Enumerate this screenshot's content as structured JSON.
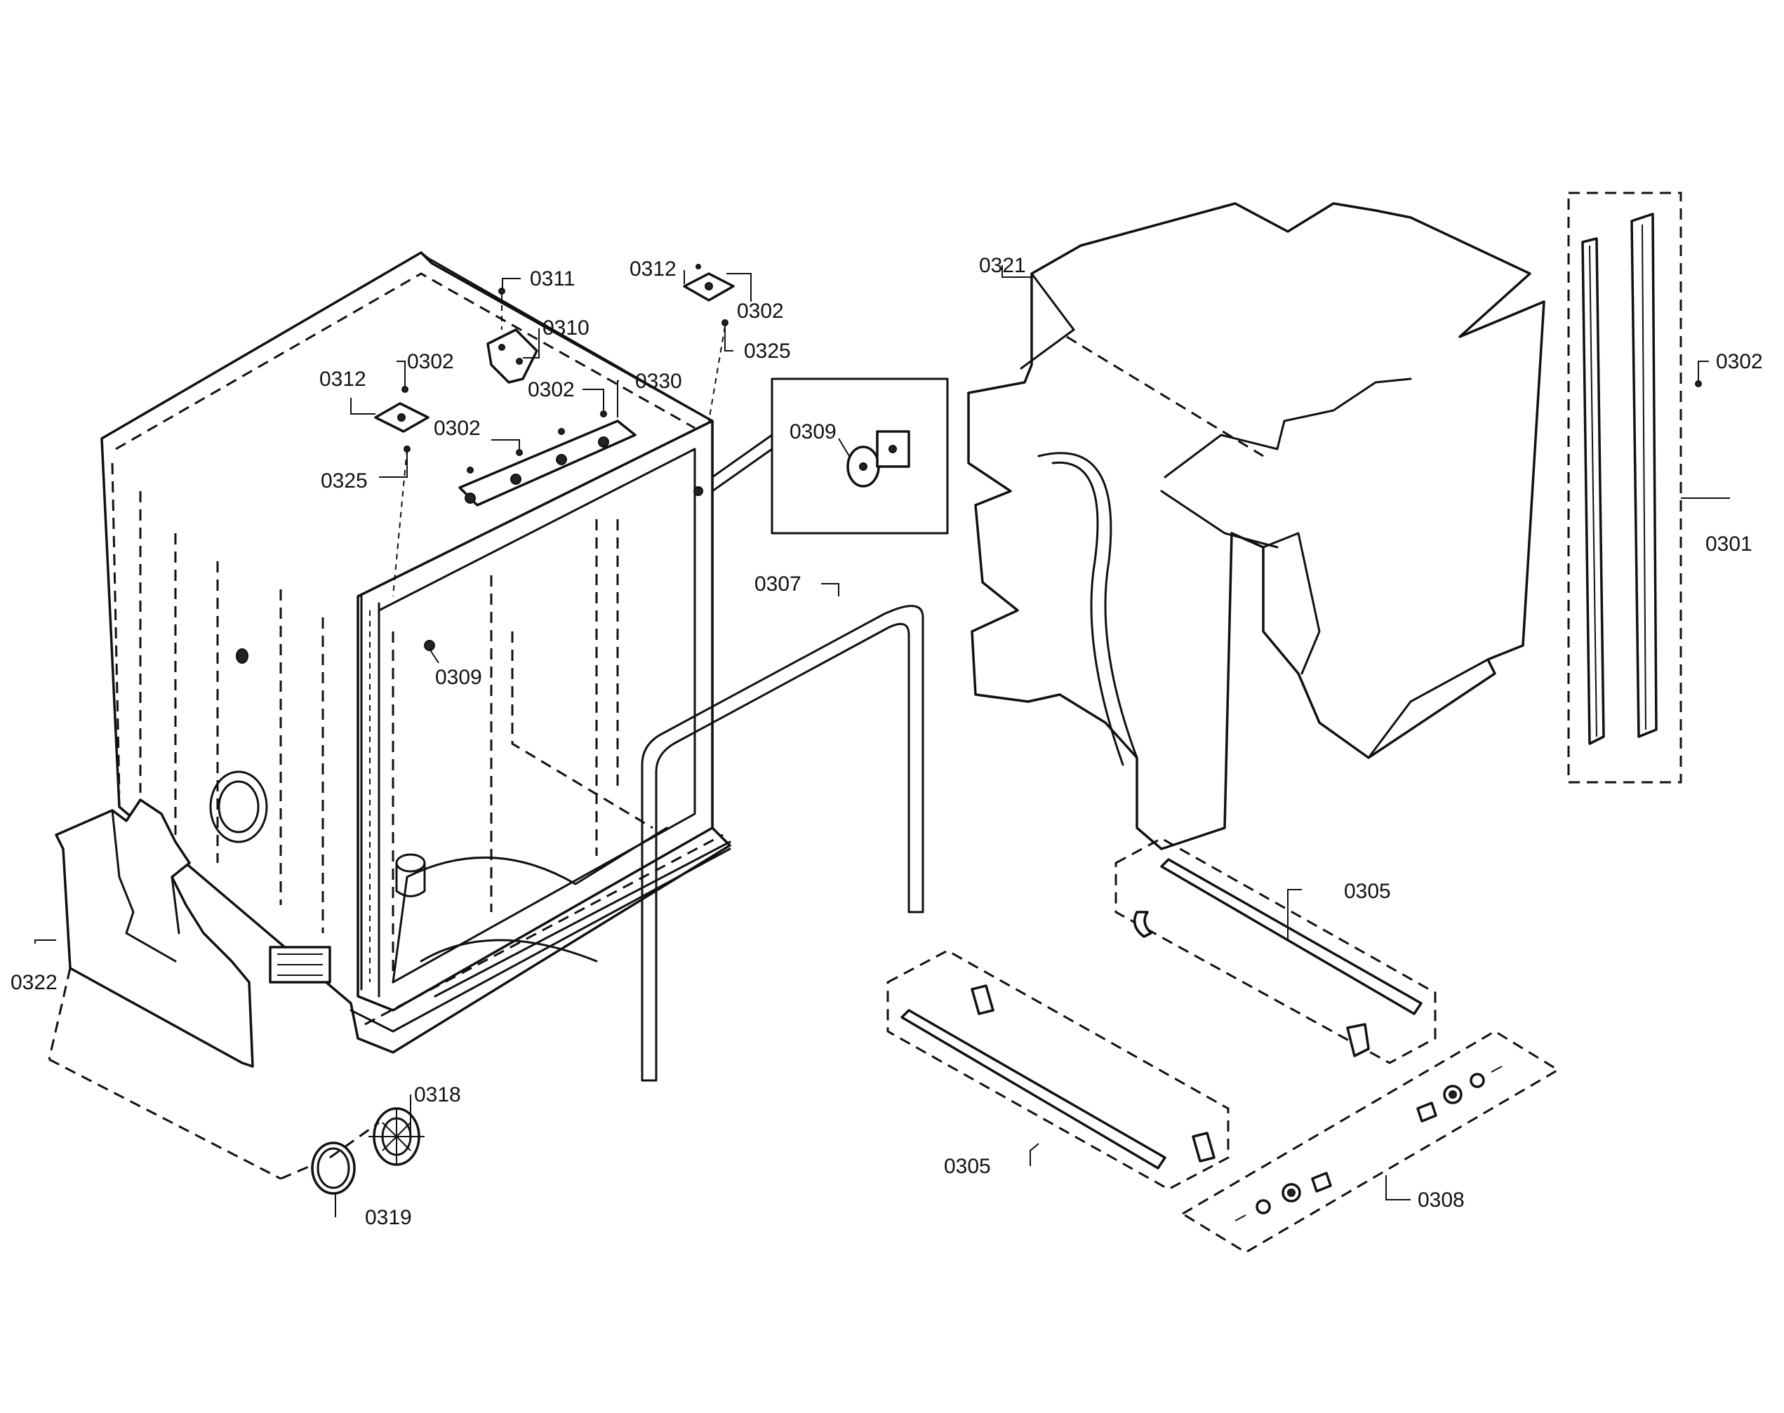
{
  "callouts": [
    {
      "id": "c-0311",
      "text": "0311"
    },
    {
      "id": "c-0310",
      "text": "0310"
    },
    {
      "id": "c-0312a",
      "text": "0312"
    },
    {
      "id": "c-0302a",
      "text": "0302"
    },
    {
      "id": "c-0325a",
      "text": "0325"
    },
    {
      "id": "c-0302b",
      "text": "0302"
    },
    {
      "id": "c-0302c",
      "text": "0302"
    },
    {
      "id": "c-0330",
      "text": "0330"
    },
    {
      "id": "c-0312b",
      "text": "0312"
    },
    {
      "id": "c-0302d",
      "text": "0302"
    },
    {
      "id": "c-0325b",
      "text": "0325"
    },
    {
      "id": "c-0309a",
      "text": "0309"
    },
    {
      "id": "c-0309b",
      "text": "0309"
    },
    {
      "id": "c-0307",
      "text": "0307"
    },
    {
      "id": "c-0321",
      "text": "0321"
    },
    {
      "id": "c-0302e",
      "text": "0302"
    },
    {
      "id": "c-0301",
      "text": "0301"
    },
    {
      "id": "c-0305a",
      "text": "0305"
    },
    {
      "id": "c-0305b",
      "text": "0305"
    },
    {
      "id": "c-0308",
      "text": "0308"
    },
    {
      "id": "c-0322",
      "text": "0322"
    },
    {
      "id": "c-0318",
      "text": "0318"
    },
    {
      "id": "c-0319",
      "text": "0319"
    }
  ]
}
